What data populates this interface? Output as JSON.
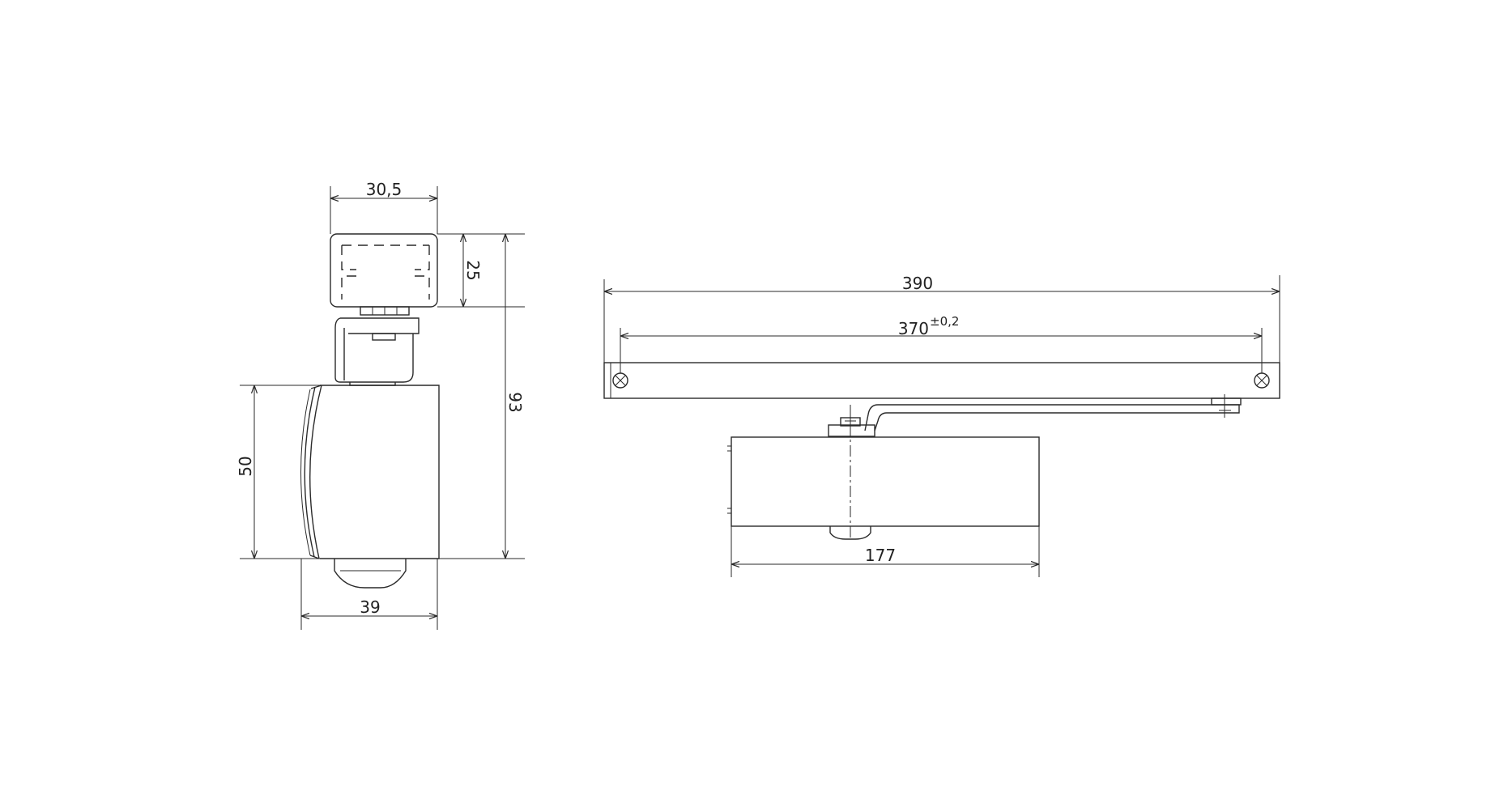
{
  "dimensions": {
    "width_top": "30,5",
    "height_top": "25",
    "total_height": "93",
    "body_height": "50",
    "body_depth": "39",
    "rail_length": "390",
    "hole_spacing": "370",
    "hole_tolerance": "±0,2",
    "body_length": "177"
  },
  "colors": {
    "line": "#2a2a2a",
    "background": "#ffffff"
  }
}
